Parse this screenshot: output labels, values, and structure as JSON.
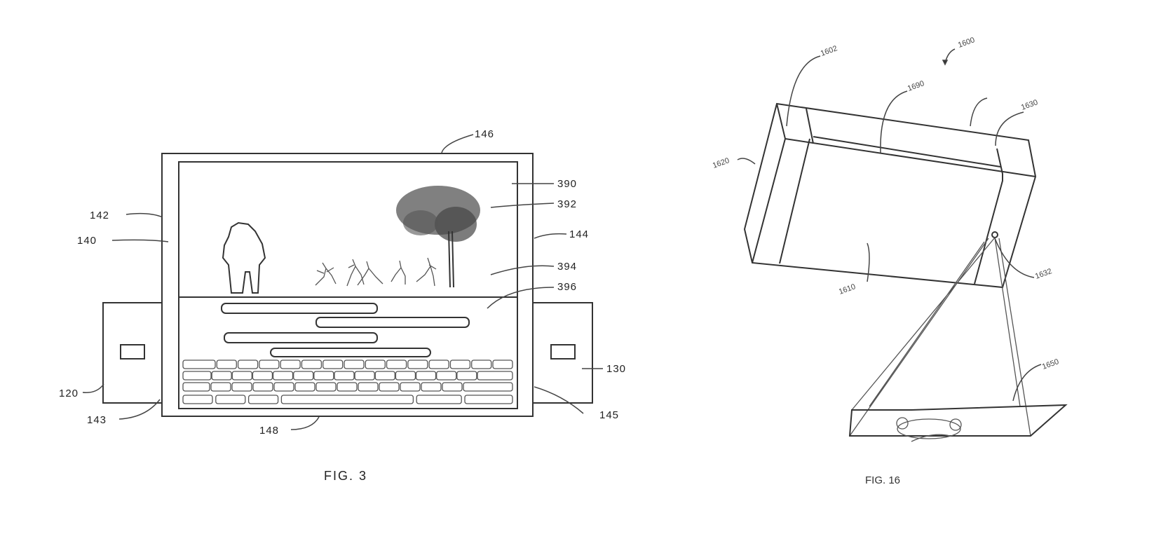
{
  "fig3": {
    "caption": "FIG. 3",
    "labels": {
      "l146": "146",
      "l390": "390",
      "l392": "392",
      "l142": "142",
      "l144": "144",
      "l140": "140",
      "l394": "394",
      "l396": "396",
      "l130": "130",
      "l120": "120",
      "l143": "143",
      "l145": "145",
      "l148": "148"
    }
  },
  "fig16": {
    "caption": "FIG. 16",
    "labels": {
      "l1600": "1600",
      "l1602": "1602",
      "l1690": "1690",
      "l1630": "1630",
      "l1620": "1620",
      "l1610": "1610",
      "l1632": "1632",
      "l1650": "1650"
    }
  }
}
